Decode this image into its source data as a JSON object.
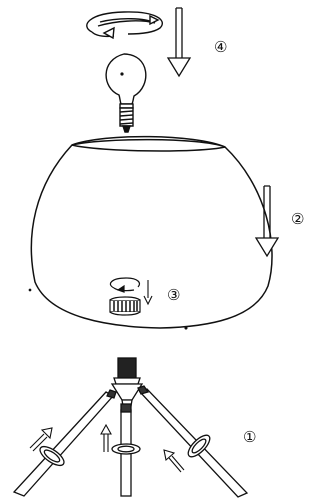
{
  "steps": [
    {
      "number": "④",
      "part": "bulb"
    },
    {
      "number": "②",
      "part": "shade"
    },
    {
      "number": "③",
      "part": "shade-ring"
    },
    {
      "number": "①",
      "part": "tripod-legs"
    }
  ]
}
